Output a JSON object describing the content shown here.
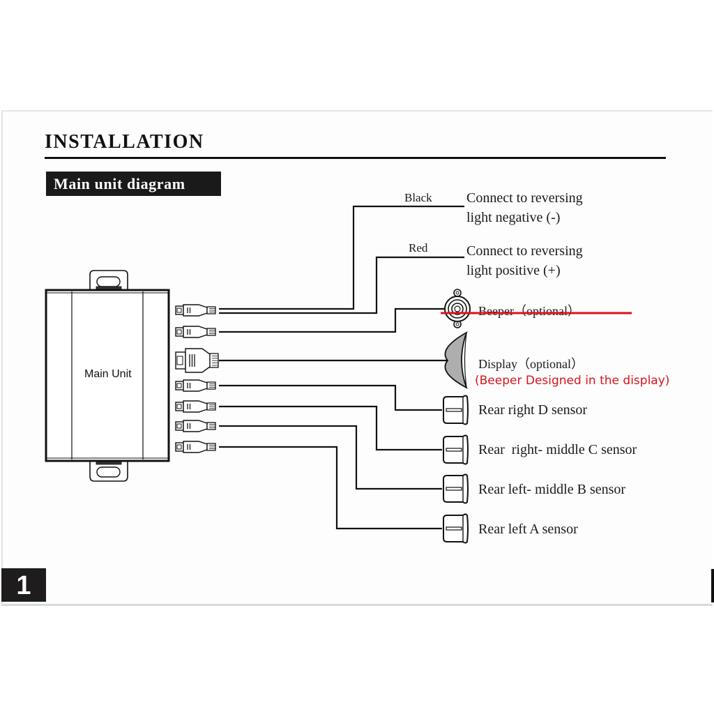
{
  "page": {
    "heading": "INSTALLATION",
    "subheading": "Main unit diagram",
    "page_number": "1"
  },
  "main_unit": {
    "label": "Main Unit",
    "connector_count": 7
  },
  "wires": [
    {
      "id": "black",
      "label": "Black",
      "description_lines": [
        "Connect to reversing",
        "light negative (-)"
      ]
    },
    {
      "id": "red",
      "label": "Red",
      "description_lines": [
        "Connect to reversing",
        "light positive (+)"
      ]
    }
  ],
  "components": {
    "beeper": {
      "label": "Beeper（optional）",
      "struck_out": true,
      "strike_color": "#d9141b"
    },
    "display": {
      "label": "Display（optional）",
      "note": "(Beeper Designed in the display)",
      "note_color": "#d9141b"
    }
  },
  "sensors": [
    {
      "label": "Rear right D sensor"
    },
    {
      "label": "Rear  right- middle C sensor"
    },
    {
      "label": "Rear left- middle B sensor"
    },
    {
      "label": "Rear left A sensor"
    }
  ]
}
